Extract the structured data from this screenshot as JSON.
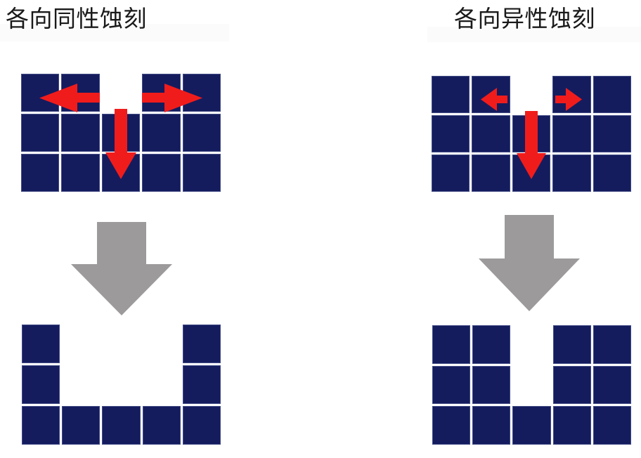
{
  "figure": {
    "kind": "etching-comparison-diagram",
    "background_color": "#ffffff",
    "material_color": "#141C5E",
    "gridline_color": "#b4bee1",
    "etch_arrow_color": "#F01C1C",
    "transition_arrow_color": "#9C9A9A"
  },
  "panels": {
    "left": {
      "title": "各向同性蚀刻",
      "before": {
        "caption": "etch-start-grid",
        "columns": 5,
        "rows": 3,
        "cells": [
          [
            "filled",
            "filled",
            "empty",
            "filled",
            "filled"
          ],
          [
            "filled",
            "filled",
            "filled",
            "filled",
            "filled"
          ],
          [
            "filled",
            "filled",
            "filled",
            "filled",
            "filled"
          ]
        ],
        "arrows": [
          {
            "name": "etch-arrow-left",
            "direction": "left",
            "size": "long"
          },
          {
            "name": "etch-arrow-right",
            "direction": "right",
            "size": "long"
          },
          {
            "name": "etch-arrow-down",
            "direction": "down",
            "size": "long"
          }
        ]
      },
      "after": {
        "caption": "etch-result-grid",
        "columns": 5,
        "rows": 3,
        "cells": [
          [
            "filled",
            "empty",
            "empty",
            "empty",
            "filled"
          ],
          [
            "filled",
            "empty",
            "empty",
            "empty",
            "filled"
          ],
          [
            "filled",
            "filled",
            "filled",
            "filled",
            "filled"
          ]
        ]
      }
    },
    "right": {
      "title": "各向异性蚀刻",
      "before": {
        "caption": "etch-start-grid",
        "columns": 5,
        "rows": 3,
        "cells": [
          [
            "filled",
            "filled",
            "empty",
            "filled",
            "filled"
          ],
          [
            "filled",
            "filled",
            "filled",
            "filled",
            "filled"
          ],
          [
            "filled",
            "filled",
            "filled",
            "filled",
            "filled"
          ]
        ],
        "arrows": [
          {
            "name": "etch-arrow-left",
            "direction": "left",
            "size": "short"
          },
          {
            "name": "etch-arrow-right",
            "direction": "right",
            "size": "short"
          },
          {
            "name": "etch-arrow-down",
            "direction": "down",
            "size": "long"
          }
        ]
      },
      "after": {
        "caption": "etch-result-grid",
        "columns": 5,
        "rows": 3,
        "cells": [
          [
            "filled",
            "filled",
            "empty",
            "filled",
            "filled"
          ],
          [
            "filled",
            "filled",
            "empty",
            "filled",
            "filled"
          ],
          [
            "filled",
            "filled",
            "filled",
            "filled",
            "filled"
          ]
        ]
      }
    }
  },
  "transition_arrows": [
    {
      "name": "transition-arrow-left",
      "direction": "down"
    },
    {
      "name": "transition-arrow-right",
      "direction": "down"
    }
  ]
}
